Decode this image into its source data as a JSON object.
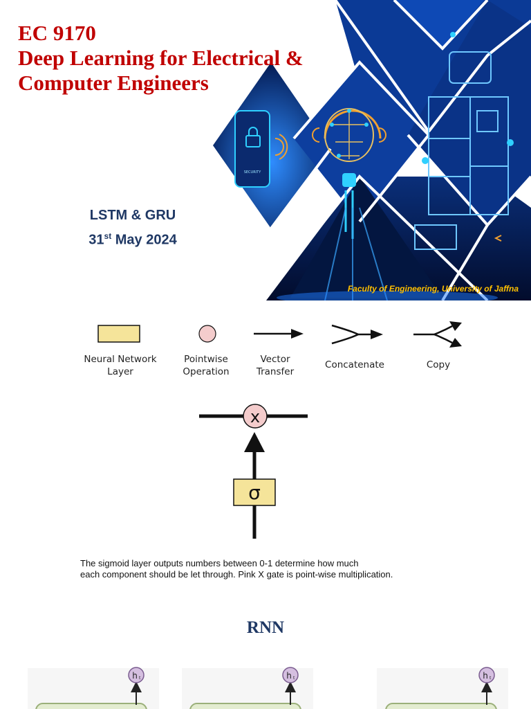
{
  "title_slide": {
    "course_code": "EC 9170",
    "course_name_line1": "Deep Learning for Electrical &",
    "course_name_line2": "Computer Engineers",
    "topic": "LSTM & GRU",
    "date_day": "31",
    "date_suffix": "st",
    "date_rest": " May 2024",
    "faculty": "Faculty of Engineering, University of Jaffna",
    "security_label": "SECURITY"
  },
  "legend": {
    "items": [
      {
        "line1": "Neural Network",
        "line2": "Layer",
        "icon": "yellow-rectangle"
      },
      {
        "line1": "Pointwise",
        "line2": "Operation",
        "icon": "pink-circle"
      },
      {
        "line1": "Vector",
        "line2": "Transfer",
        "icon": "arrow-right"
      },
      {
        "line1": "Concatenate",
        "line2": "",
        "icon": "merge-arrow"
      },
      {
        "line1": "Copy",
        "line2": "",
        "icon": "split-arrow"
      }
    ]
  },
  "gate": {
    "multiply_symbol": "x",
    "sigma_symbol": "σ",
    "caption_line1": "The sigmoid layer outputs numbers between 0-1 determine how much",
    "caption_line2": "each component should be let through. Pink X gate is point-wise multiplication."
  },
  "rnn": {
    "heading": "RNN",
    "node_label": "h",
    "node_subscript": "t"
  },
  "colors": {
    "title_red": "#c00000",
    "navy": "#1f3864",
    "faculty_yellow": "#ffc000",
    "layer_yellow": "#f5e49a",
    "pointwise_pink": "#f4cccc",
    "rnn_node": "#d5bfe0",
    "rnn_box": "#e3ecd0"
  }
}
